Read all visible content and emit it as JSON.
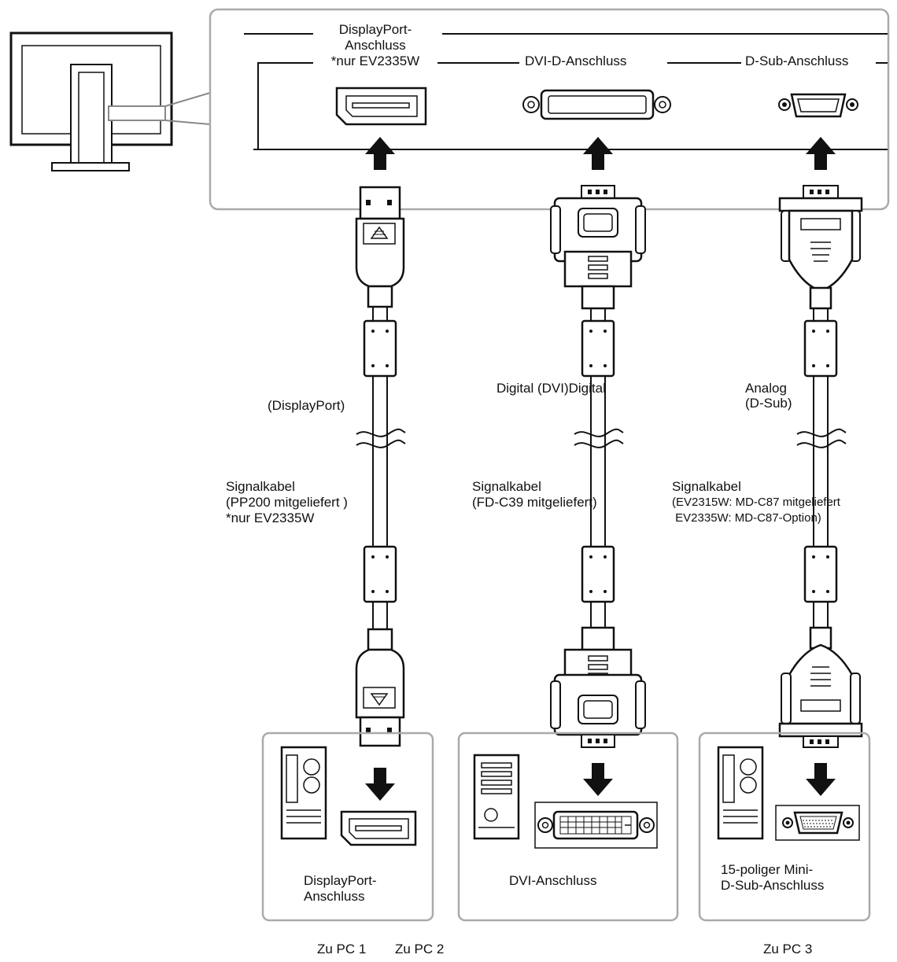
{
  "monitor_rear": {
    "ports": [
      {
        "label_lines": [
          "DisplayPort-",
          "Anschluss",
          "*nur EV2335W"
        ],
        "icon": "displayport-port-icon"
      },
      {
        "label_lines": [
          "DVI-D-Anschluss"
        ],
        "icon": "dvi-port-icon"
      },
      {
        "label_lines": [
          "D-Sub-Anschluss"
        ],
        "icon": "dsub-port-icon"
      }
    ]
  },
  "cables": [
    {
      "signal_type": "(DisplayPort)",
      "name_lines": [
        "Signalkabel",
        "(PP200 mitgeliefert )",
        "*nur EV2335W"
      ]
    },
    {
      "signal_type": "Digital (DVI)Digital",
      "name_lines": [
        "Signalkabel",
        "(FD-C39 mitgeliefert)"
      ]
    },
    {
      "signal_type": "Analog\n(D-Sub)",
      "signal_type_lines": [
        "Analog",
        "(D-Sub)"
      ],
      "name_lines": [
        "Signalkabel",
        "(EV2315W: MD-C87 mitgeliefert",
        " EV2335W: MD-C87-Option)"
      ]
    }
  ],
  "pc_connectors": [
    {
      "label_lines": [
        "DisplayPort-",
        "Anschluss"
      ],
      "icon": "displayport-port-icon"
    },
    {
      "label_lines": [
        "DVI-Anschluss"
      ],
      "icon": "dvi-port-icon"
    },
    {
      "label_lines": [
        "15-poliger Mini-",
        "D-Sub-Anschluss"
      ],
      "icon": "dsub-port-icon"
    }
  ],
  "destinations": [
    "Zu PC 1",
    "Zu PC 2",
    "Zu PC 3"
  ]
}
